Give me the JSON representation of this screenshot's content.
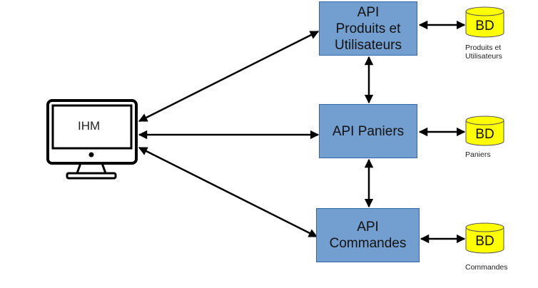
{
  "diagram": {
    "client": {
      "label": "IHM",
      "icon": "monitor-icon"
    },
    "apis": [
      {
        "id": "produits",
        "lines": [
          "API",
          "Produits et",
          "Utilisateurs"
        ]
      },
      {
        "id": "paniers",
        "lines": [
          "API Paniers"
        ]
      },
      {
        "id": "commandes",
        "lines": [
          "API",
          "Commandes"
        ]
      }
    ],
    "databases": [
      {
        "id": "produits",
        "label": "BD",
        "caption_lines": [
          "Produits et",
          "Utilisateurs"
        ]
      },
      {
        "id": "paniers",
        "label": "BD",
        "caption_lines": [
          "Paniers"
        ]
      },
      {
        "id": "commandes",
        "label": "BD",
        "caption_lines": [
          "Commandes"
        ]
      }
    ],
    "connections": [
      {
        "from": "IHM",
        "to": "API Produits et Utilisateurs",
        "type": "bidirectional"
      },
      {
        "from": "IHM",
        "to": "API Paniers",
        "type": "bidirectional"
      },
      {
        "from": "IHM",
        "to": "API Commandes",
        "type": "bidirectional"
      },
      {
        "from": "API Produits et Utilisateurs",
        "to": "API Paniers",
        "type": "bidirectional"
      },
      {
        "from": "API Paniers",
        "to": "API Commandes",
        "type": "bidirectional"
      },
      {
        "from": "API Produits et Utilisateurs",
        "to": "BD Produits et Utilisateurs",
        "type": "bidirectional"
      },
      {
        "from": "API Paniers",
        "to": "BD Paniers",
        "type": "bidirectional"
      },
      {
        "from": "API Commandes",
        "to": "BD Commandes",
        "type": "bidirectional"
      }
    ],
    "colors": {
      "api_fill": "#729fcf",
      "db_fill": "#ffff00",
      "arrow": "#000000"
    }
  }
}
